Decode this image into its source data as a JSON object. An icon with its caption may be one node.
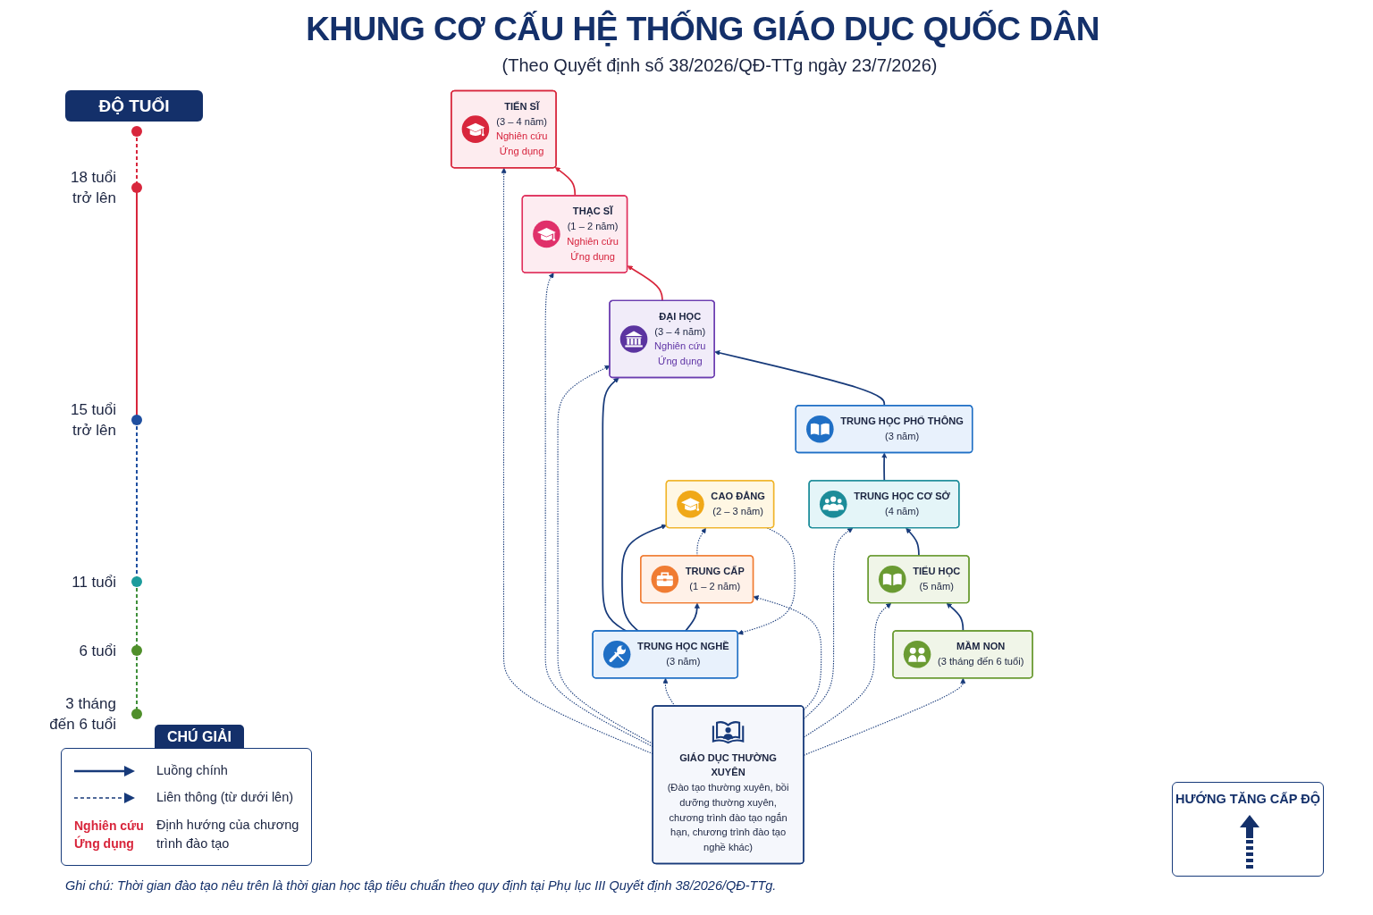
{
  "diagram": {
    "title": "KHUNG CƠ CẤU HỆ THỐNG GIÁO DỤC QUỐC DÂN",
    "caption": "Ghi chú: Thời gian đào tạo nêu trên là thời gian học tập tiêu chuẩn theo quy định tại Phụ lục III Quyết định 38/2026/QĐ-TTg.",
    "nodes": [
      {
        "text": [
          "TIẾN SĨ",
          "(3 – 4 năm)",
          "Nghiên cứu",
          "Ứng dụng"
        ]
      },
      {
        "text": [
          "THẠC SĨ",
          "(1 – 2 năm)",
          "Nghiên cứu",
          "Ứng dụng"
        ]
      },
      {
        "text": [
          "ĐẠI HỌC",
          "(3 – 4 năm)",
          "Nghiên cứu",
          "Ứng dụng"
        ]
      },
      {
        "text": [
          "TRUNG HỌC NGHỀ",
          "(3 năm)"
        ]
      },
      {
        "text": [
          "TRUNG HỌC PHỔ THÔNG",
          "(3 năm)"
        ]
      },
      {
        "text": [
          "CAO ĐẲNG",
          "(2 – 3 năm)"
        ]
      },
      {
        "text": [
          "TRUNG CẤP",
          "(1 – 2 năm)"
        ]
      },
      {
        "text": [
          "TRUNG HỌC CƠ SỞ",
          "(4 năm)"
        ]
      },
      {
        "text": [
          "TIỂU HỌC",
          "(5 năm)"
        ]
      },
      {
        "text": [
          "MẦM NON",
          "(3 tháng đến 6 tuổi)"
        ]
      },
      {
        "text": [
          "GIÁO DỤC THƯỜNG XUYÊN",
          "(Đào tạo thường xuyên, bồi dưỡng thường xuyên, chương trình đào tạo ngắn hạn, chương trình đào tạo nghề khác)"
        ]
      }
    ],
    "edges": [
      {
        "from": 1,
        "to": 0,
        "arrow": "to",
        "color": "#d8263c"
      },
      {
        "from": 2,
        "to": 1,
        "arrow": "to",
        "color": "#d8263c"
      },
      {
        "from": 4,
        "to": 2,
        "arrow": "to"
      },
      {
        "from": 3,
        "to": 2,
        "arrow": "to"
      },
      {
        "from": 3,
        "to": 5,
        "arrow": "to"
      },
      {
        "from": 3,
        "to": 6,
        "arrow": "to"
      },
      {
        "from": 7,
        "to": 4,
        "arrow": "to"
      },
      {
        "from": 8,
        "to": 7,
        "arrow": "to"
      },
      {
        "from": 9,
        "to": 8,
        "arrow": "to"
      },
      {
        "from": 6,
        "to": 5,
        "arrow": "to",
        "style": "dashed"
      },
      {
        "from": 5,
        "to": 3,
        "arrow": "to",
        "style": "dashed"
      },
      {
        "from": 10,
        "to": 0,
        "arrow": "to",
        "style": "dashed"
      },
      {
        "from": 10,
        "to": 1,
        "arrow": "to",
        "style": "dashed"
      },
      {
        "from": 10,
        "to": 2,
        "arrow": "to",
        "style": "dashed"
      },
      {
        "from": 10,
        "to": 3,
        "arrow": "to",
        "style": "dashed"
      },
      {
        "from": 10,
        "to": 6,
        "arrow": "to",
        "style": "dashed"
      },
      {
        "from": 10,
        "to": 7,
        "arrow": "to",
        "style": "dashed"
      },
      {
        "from": 10,
        "to": 8,
        "arrow": "to",
        "style": "dashed"
      },
      {
        "from": 10,
        "to": 9,
        "arrow": "to",
        "style": "dashed"
      }
    ],
    "labels": [
      "(Theo Quyết định số 38/2026/QĐ-TTg ngày 23/7/2026)",
      "ĐỘ TUỔI",
      "18 tuổi trở lên",
      "15 tuổi trở lên",
      "11 tuổi",
      "6 tuổi",
      "3 tháng đến 6 tuổi",
      "CHÚ GIẢI",
      "Nghiên cứu",
      "Ứng dụng",
      "HƯỚNG TĂNG CẤP ĐỘ"
    ],
    "legend": [
      {
        "text": "Luồng chính"
      },
      {
        "text": "Liên thông (từ dưới lên)"
      },
      {
        "text": "Định hướng của chương trình đào tạo"
      }
    ]
  }
}
